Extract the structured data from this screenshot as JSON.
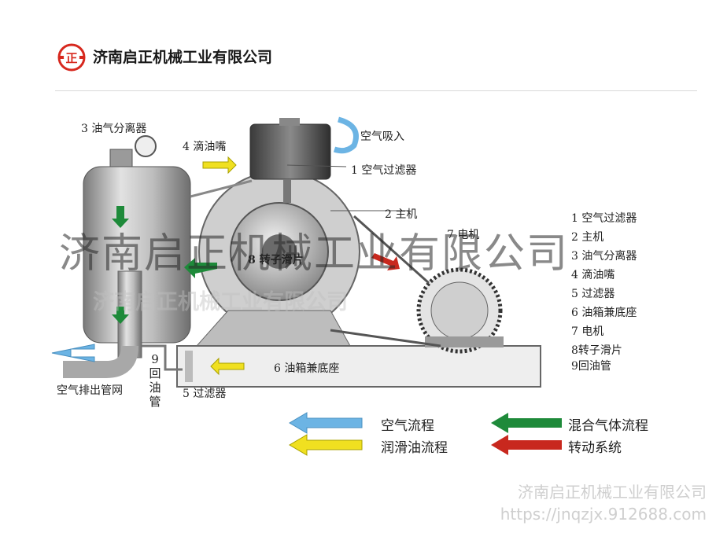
{
  "header": {
    "company": "济南启正机械工业有限公司",
    "logo_char": "正",
    "logo_color": "#d7281e"
  },
  "diagram": {
    "labels": {
      "separator": "3 油气分离器",
      "drip": "4 滴油嘴",
      "air_in": "空气吸入",
      "air_filter": "1 空气过滤器",
      "main": "2 主机",
      "motor": "7 电机",
      "rotor": "8 转子滑片",
      "tank": "6 油箱兼底座",
      "outlet": "空气排出管网",
      "return_pipe": "9回油管",
      "filter": "5 过滤器"
    },
    "parts_list": [
      "1 空气过滤器",
      "2 主机",
      "3 油气分离器",
      "4 滴油嘴",
      "5 过滤器",
      "6 油箱兼底座",
      "7 电机",
      "8转子滑片",
      "9回油管"
    ]
  },
  "legend": {
    "air": "空气流程",
    "mixed": "混合气体流程",
    "lube": "润滑油流程",
    "drive": "转动系统",
    "colors": {
      "air": "#6cb4e4",
      "mixed": "#1e8a3a",
      "lube": "#f0e020",
      "drive": "#c8281e"
    }
  },
  "watermark": {
    "big": "济南启正机械工业有限公司",
    "mid": "济南启正机械工业有限公司",
    "corner": "济南启正机械工业有限公司",
    "url": "https://jnqzjx.912688.com"
  }
}
